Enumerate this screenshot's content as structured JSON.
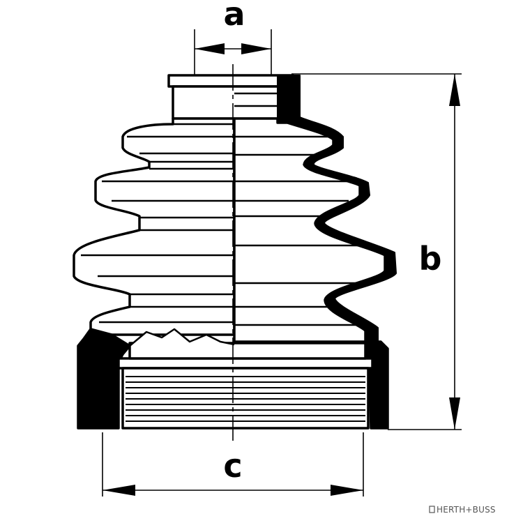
{
  "diagram": {
    "labels": {
      "a": "a",
      "b": "b",
      "c": "c"
    },
    "brand": "HERTH+BUSS",
    "colors": {
      "line": "#000000",
      "background": "#ffffff",
      "brand": "#555555"
    }
  }
}
